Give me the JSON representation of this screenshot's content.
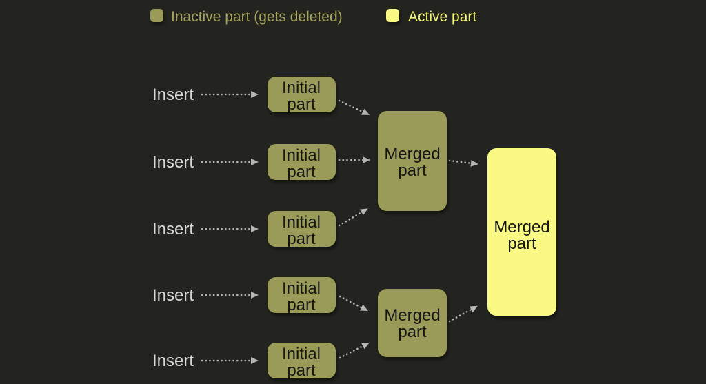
{
  "colors": {
    "background": "#23241f",
    "inactive_part": "#9a9b59",
    "active_part": "#f9f983",
    "legend_inactive_text": "#a6a55e",
    "legend_active_text": "#f4f478",
    "insert_text": "#d8d8d8",
    "box_text": "#161616",
    "arrow": "#b5b5b5"
  },
  "legend": {
    "inactive": {
      "label": "Inactive part (gets deleted)"
    },
    "active": {
      "label": "Active part"
    }
  },
  "diagram": {
    "inserts": [
      {
        "label": "Insert"
      },
      {
        "label": "Insert"
      },
      {
        "label": "Insert"
      },
      {
        "label": "Insert"
      },
      {
        "label": "Insert"
      }
    ],
    "initial_parts": [
      {
        "line1": "Initial",
        "line2": "part"
      },
      {
        "line1": "Initial",
        "line2": "part"
      },
      {
        "line1": "Initial",
        "line2": "part"
      },
      {
        "line1": "Initial",
        "line2": "part"
      },
      {
        "line1": "Initial",
        "line2": "part"
      }
    ],
    "merged_parts": [
      {
        "line1": "Merged",
        "line2": "part",
        "state": "inactive"
      },
      {
        "line1": "Merged",
        "line2": "part",
        "state": "inactive"
      },
      {
        "line1": "Merged",
        "line2": "part",
        "state": "active"
      }
    ]
  }
}
